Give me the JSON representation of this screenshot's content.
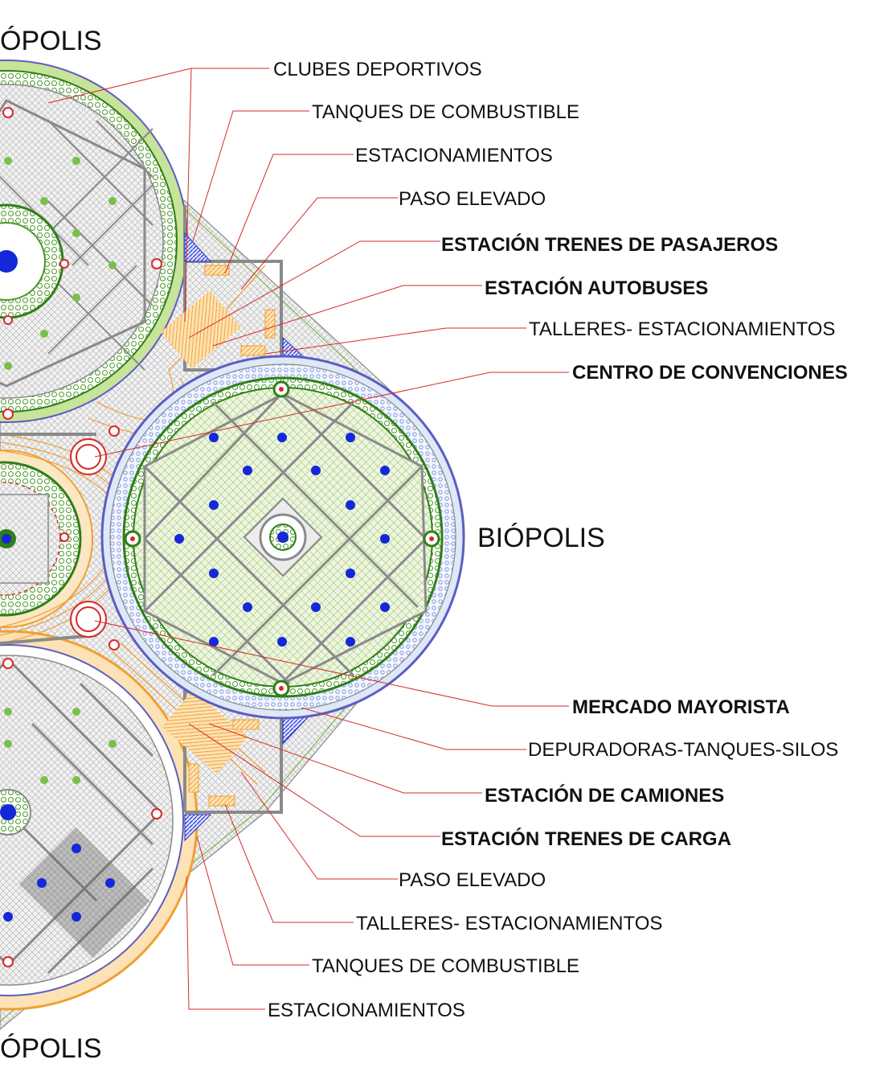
{
  "cities": {
    "top": "ÓPOLIS",
    "right": "BIÓPOLIS",
    "bottom": "ÓPOLIS"
  },
  "labels": {
    "clubes": "CLUBES DEPORTIVOS",
    "tanques_1": "TANQUES DE COMBUSTIBLE",
    "estac_1": "ESTACIONAMIENTOS",
    "paso_1": "PASO ELEVADO",
    "trenes_pasajeros": "ESTACIÓN TRENES DE PASAJEROS",
    "autobuses": "ESTACIÓN AUTOBUSES",
    "talleres_1": "TALLERES- ESTACIONAMIENTOS",
    "convenciones": "CENTRO DE CONVENCIONES",
    "mercado": "MERCADO MAYORISTA",
    "depuradoras": "DEPURADORAS-TANQUES-SILOS",
    "camiones": "ESTACIÓN DE CAMIONES",
    "trenes_carga": "ESTACIÓN TRENES DE CARGA",
    "paso_2": "PASO ELEVADO",
    "talleres_2": "TALLERES- ESTACIONAMIENTOS",
    "tanques_2": "TANQUES DE COMBUSTIBLE",
    "estac_2": "ESTACIONAMIENTOS"
  },
  "colors": {
    "leader": "#d62a2a",
    "road": "#8a8a8a",
    "green": "#55a52a",
    "blue_border": "#5d5dc0",
    "lake": "#1428d8",
    "orange": "#f0a030",
    "light_green": "#d9ecc4"
  }
}
